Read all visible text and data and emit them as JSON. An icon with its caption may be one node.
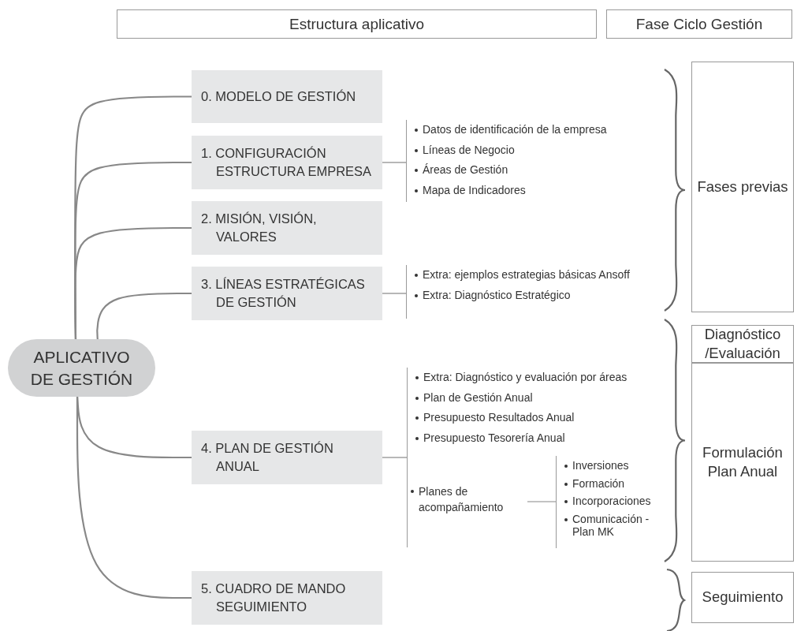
{
  "diagram": {
    "nodes": [
      {
        "text": [
          "Estructura aplicativo"
        ]
      },
      {
        "text": [
          "Fase Ciclo Gestión"
        ]
      },
      {
        "text": [
          "APLICATIVO DE GESTIÓN"
        ]
      },
      {
        "text": [
          "0. MODELO DE GESTIÓN"
        ]
      },
      {
        "text": [
          "1. CONFIGURACIÓN ESTRUCTURA EMPRESA"
        ]
      },
      {
        "text": [
          "2. MISIÓN, VISIÓN, VALORES"
        ]
      },
      {
        "text": [
          "3. LÍNEAS ESTRATÉGICAS DE GESTIÓN"
        ]
      },
      {
        "text": [
          "4. PLAN DE GESTIÓN ANUAL"
        ]
      },
      {
        "text": [
          "5. CUADRO DE MANDO SEGUIMIENTO"
        ]
      },
      {
        "text": [
          "Datos de identificación de la empresa",
          "Líneas de Negocio",
          "Áreas de Gestión",
          "Mapa de Indicadores"
        ]
      },
      {
        "text": [
          "Extra: ejemplos estrategias básicas Ansoff",
          "Extra: Diagnóstico Estratégico"
        ]
      },
      {
        "text": [
          "Extra: Diagnóstico y evaluación por áreas",
          "Plan de Gestión Anual",
          "Presupuesto Resultados Anual",
          "Presupuesto Tesorería Anual"
        ]
      },
      {
        "text": [
          "Planes de acompañamiento"
        ],
        "in": 11
      },
      {
        "text": [
          "Inversiones",
          "Formación",
          "Incorporaciones",
          "Comunicación - Plan MK"
        ],
        "in": 11
      },
      {
        "text": [
          "Fases previas"
        ]
      },
      {
        "text": [
          "Diagnóstico /Evaluación"
        ]
      },
      {
        "text": [
          "Formulación Plan Anual"
        ]
      },
      {
        "text": [
          "Seguimiento"
        ]
      }
    ],
    "edges": [
      {
        "from": 2,
        "to": 3,
        "arrow": "none"
      },
      {
        "from": 2,
        "to": 4,
        "arrow": "none"
      },
      {
        "from": 2,
        "to": 5,
        "arrow": "none"
      },
      {
        "from": 2,
        "to": 6,
        "arrow": "none"
      },
      {
        "from": 2,
        "to": 7,
        "arrow": "none"
      },
      {
        "from": 2,
        "to": 8,
        "arrow": "none"
      },
      {
        "from": 4,
        "to": 9,
        "arrow": "none"
      },
      {
        "from": 6,
        "to": 10,
        "arrow": "none"
      },
      {
        "from": 7,
        "to": 11,
        "arrow": "none"
      },
      {
        "from": 12,
        "to": 13,
        "arrow": "none"
      }
    ]
  }
}
